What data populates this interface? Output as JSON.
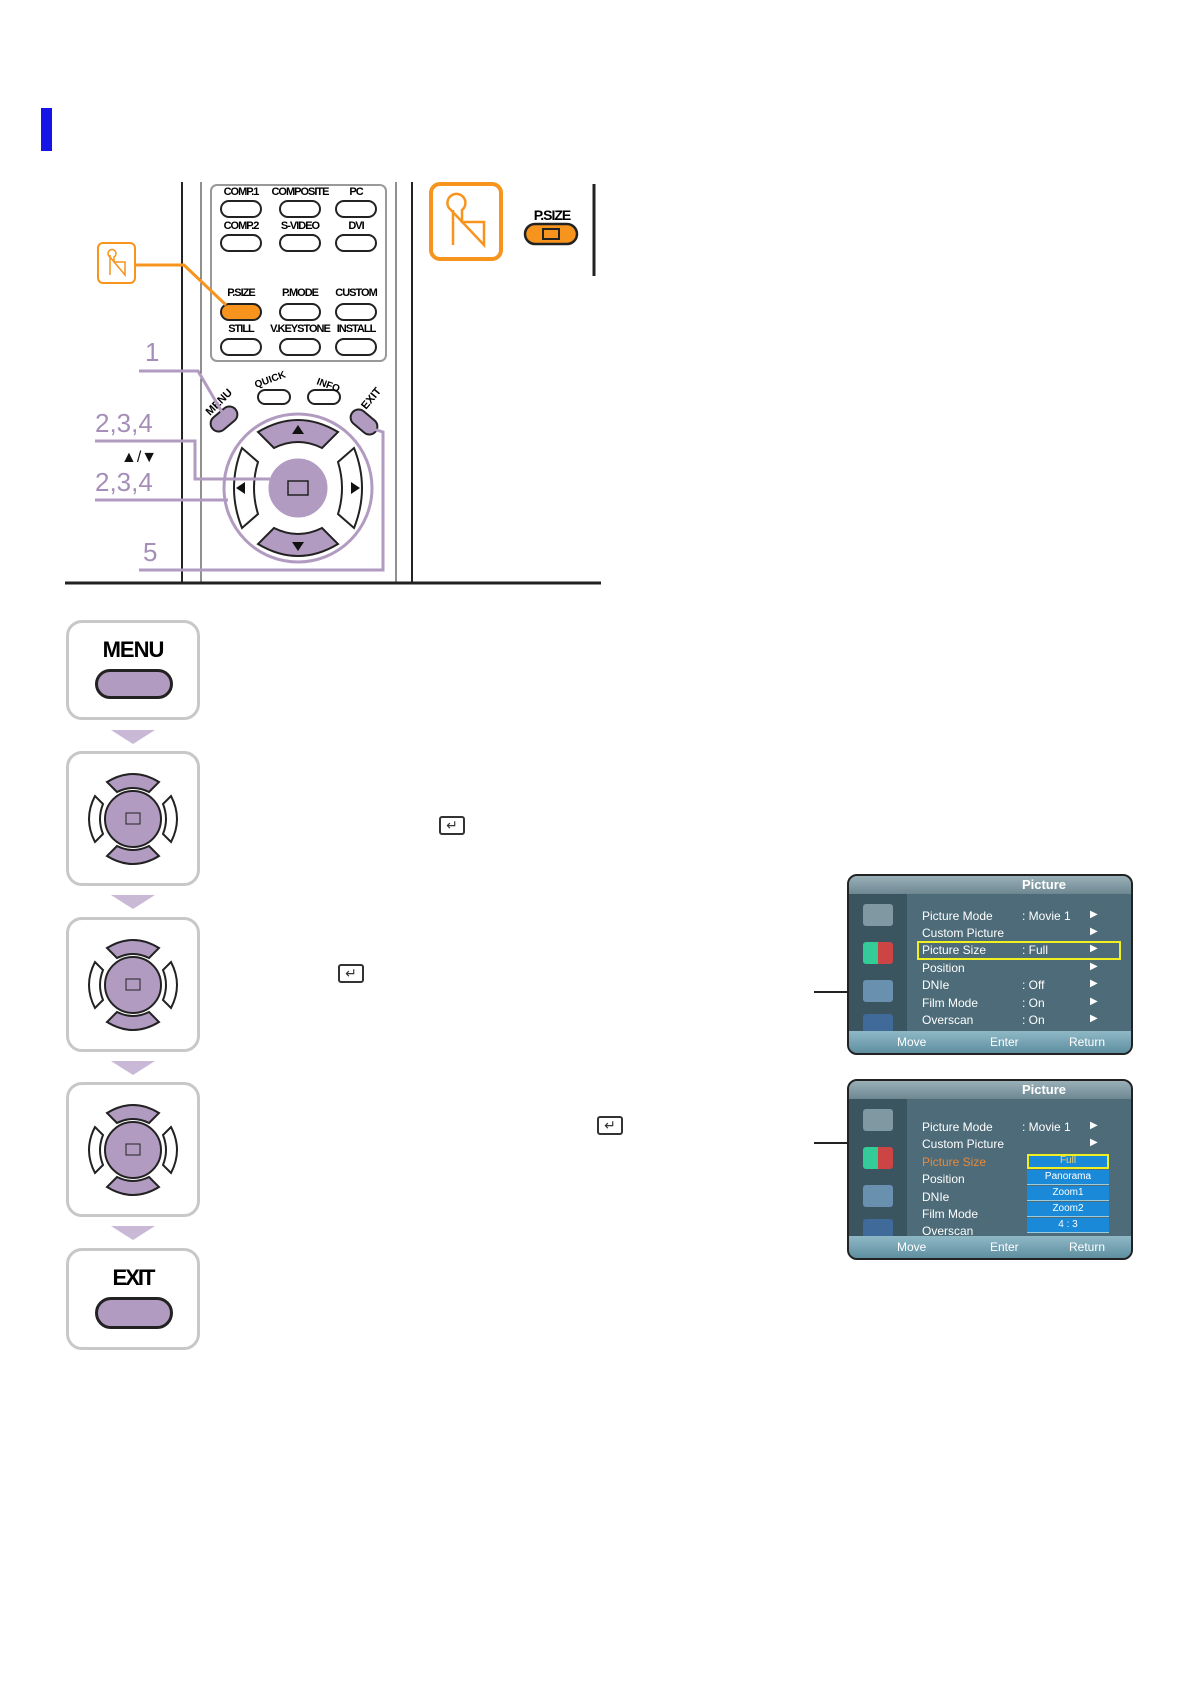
{
  "accent_color": "#1515e8",
  "remote": {
    "buttons": [
      {
        "label": "COMP.1"
      },
      {
        "label": "COMPOSITE"
      },
      {
        "label": "PC"
      },
      {
        "label": "COMP.2"
      },
      {
        "label": "S-VIDEO"
      },
      {
        "label": "DVI"
      },
      {
        "label": "P.SIZE"
      },
      {
        "label": "P.MODE"
      },
      {
        "label": "CUSTOM"
      },
      {
        "label": "STILL"
      },
      {
        "label": "V.KEYSTONE"
      },
      {
        "label": "INSTALL"
      }
    ],
    "menu": "MENU",
    "quick": "QUICK",
    "info": "INFO",
    "exit": "EXIT",
    "callouts": {
      "c1": "1",
      "c2": "2,3,4",
      "updown": "▲/▼",
      "c3": "2,3,4",
      "c5": "5"
    },
    "psize_label": "P.SIZE",
    "highlight_color": "#f7941d",
    "leader_color": "#b29bc1"
  },
  "steps": {
    "menu_label": "MENU",
    "exit_label": "EXIT"
  },
  "enter_symbol": "↵",
  "osd1": {
    "title": "Picture",
    "items": [
      {
        "label": "Picture Mode",
        "value": ": Movie 1"
      },
      {
        "label": "Custom Picture",
        "value": ""
      },
      {
        "label": "Picture Size",
        "value": ": Full"
      },
      {
        "label": "Position",
        "value": ""
      },
      {
        "label": "DNIe",
        "value": ": Off"
      },
      {
        "label": "Film Mode",
        "value": ": On"
      },
      {
        "label": "Overscan",
        "value": ": On"
      }
    ],
    "footer": {
      "move": "Move",
      "enter": "Enter",
      "return": "Return"
    }
  },
  "osd2": {
    "title": "Picture",
    "items": [
      {
        "label": "Picture Mode",
        "value": ": Movie 1"
      },
      {
        "label": "Custom Picture"
      },
      {
        "label": "Picture Size"
      },
      {
        "label": "Position"
      },
      {
        "label": "DNIe"
      },
      {
        "label": "Film Mode"
      },
      {
        "label": "Overscan"
      }
    ],
    "options": [
      "Full",
      "Panorama",
      "Zoom1",
      "Zoom2",
      "4 : 3"
    ],
    "selected": "Full",
    "footer": {
      "move": "Move",
      "enter": "Enter",
      "return": "Return"
    }
  }
}
